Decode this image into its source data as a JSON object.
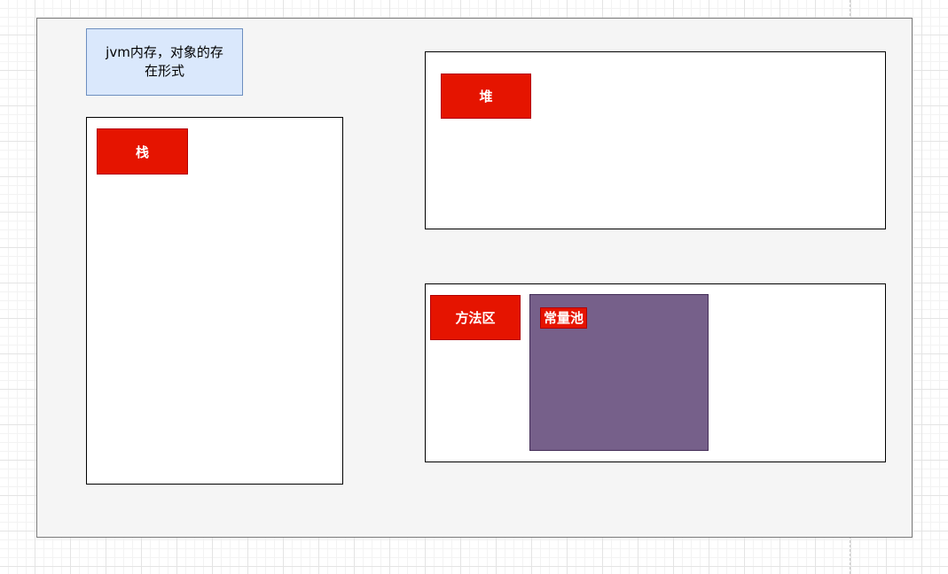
{
  "diagram": {
    "note": {
      "line1": "jvm内存，对象的存",
      "line2": "在形式"
    },
    "stack": {
      "label": "栈"
    },
    "heap": {
      "label": "堆"
    },
    "method_area": {
      "label": "方法区",
      "constant_pool": {
        "label": "常量池"
      }
    }
  },
  "colors": {
    "canvas_background": "#f5f5f5",
    "note_fill": "#dae8fc",
    "note_stroke": "#6c8ebf",
    "tag_fill": "#e51400",
    "tag_stroke": "#b20000",
    "constant_pool_fill": "#76608a",
    "constant_pool_stroke": "#432d57"
  }
}
